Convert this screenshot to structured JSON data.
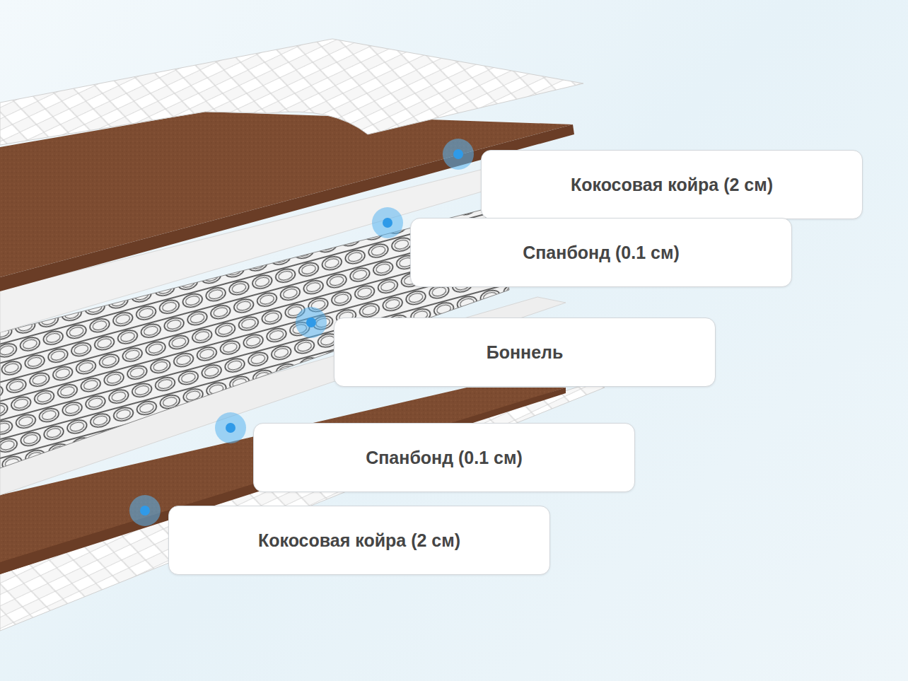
{
  "diagram": {
    "nodes": [
      {
        "text": [
          "Кокосовая койра (2 см)"
        ]
      },
      {
        "text": [
          "Спанбонд (0.1 см)"
        ]
      },
      {
        "text": [
          "Боннель"
        ]
      },
      {
        "text": [
          "Спанбонд (0.1 см)"
        ]
      },
      {
        "text": [
          "Кокосовая койра (2 см)"
        ]
      }
    ]
  }
}
